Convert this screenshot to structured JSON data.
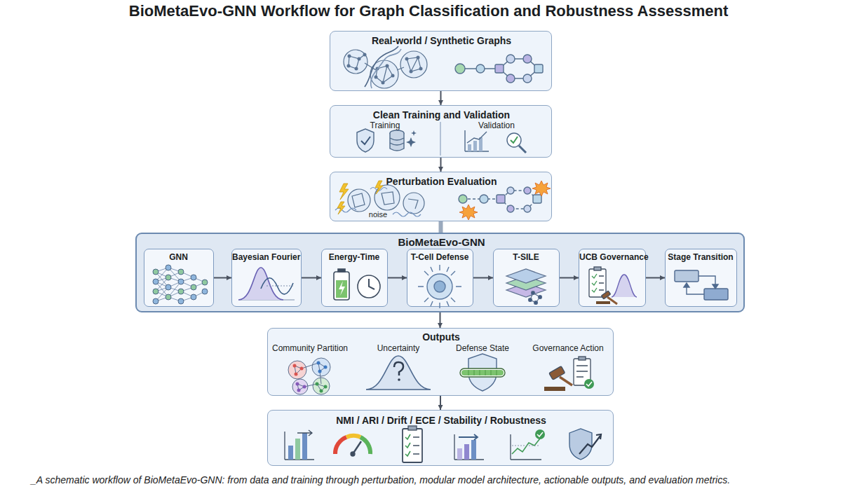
{
  "diagram": {
    "title": "BioMetaEvo-GNN Workflow for Graph Classification and Robustness Assessment",
    "caption": "_A schematic workflow of BioMetaEvo-GNN: from data and training through perturbation, modular model architecture, actionable outputs, and evaluation metrics.",
    "nodes": [
      {
        "text": [
          "Real-world / Synthetic Graphs"
        ]
      },
      {
        "text": [
          "Clean Training and Validation",
          "Training",
          "Validation"
        ]
      },
      {
        "text": [
          "Perturbation Evaluation",
          "noise"
        ]
      },
      {
        "text": [
          "BioMetaEvo-GNN"
        ]
      },
      {
        "text": [
          "GNN"
        ],
        "in": 3
      },
      {
        "text": [
          "Bayesian Fourier"
        ],
        "in": 3
      },
      {
        "text": [
          "Energy-Time"
        ],
        "in": 3
      },
      {
        "text": [
          "T-Cell Defense"
        ],
        "in": 3
      },
      {
        "text": [
          "T-SILE"
        ],
        "in": 3
      },
      {
        "text": [
          "UCB Governance"
        ],
        "in": 3
      },
      {
        "text": [
          "Stage Transition"
        ],
        "in": 3
      },
      {
        "text": [
          "Outputs",
          "Community Partition",
          "Uncertainty",
          "Defense State",
          "Governance Action"
        ]
      },
      {
        "text": [
          "NMI / ARI / Drift / ECE / Stability / Robustness"
        ]
      }
    ],
    "edges": [
      {
        "from": 0,
        "to": 1,
        "arrow": "to"
      },
      {
        "from": 1,
        "to": 2,
        "arrow": "to"
      },
      {
        "from": 2,
        "to": 3,
        "arrow": "none"
      },
      {
        "from": 4,
        "to": 5,
        "arrow": "to"
      },
      {
        "from": 5,
        "to": 6,
        "arrow": "to"
      },
      {
        "from": 6,
        "to": 7,
        "arrow": "to"
      },
      {
        "from": 7,
        "to": 8,
        "arrow": "to"
      },
      {
        "from": 8,
        "to": 9,
        "arrow": "to"
      },
      {
        "from": 9,
        "to": 10,
        "arrow": "to"
      },
      {
        "from": 3,
        "to": 11,
        "arrow": "to"
      },
      {
        "from": 11,
        "to": 12,
        "arrow": "to"
      }
    ]
  }
}
